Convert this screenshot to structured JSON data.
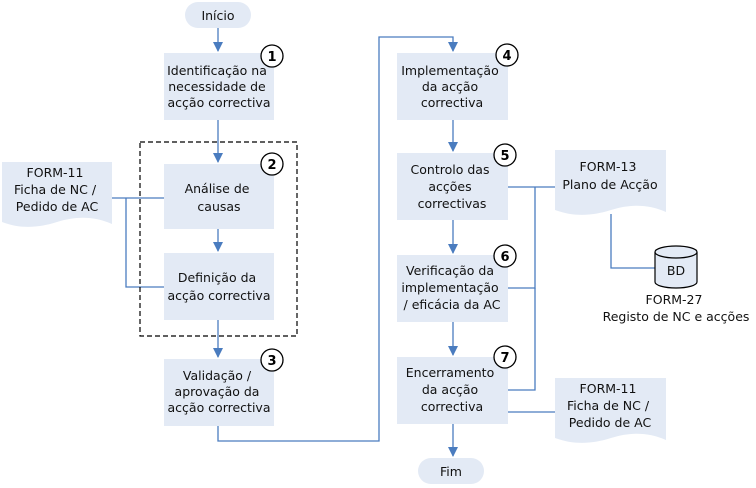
{
  "colors": {
    "box_fill": "#e3eaf5",
    "line": "#4a7cbf",
    "circle_stroke": "#000000",
    "dashed": "#000000"
  },
  "start": "Início",
  "end": "Fim",
  "steps": [
    {
      "id": "s1",
      "number": "1",
      "lines": [
        "Identificação na",
        "necessidade de",
        "acção correctiva"
      ]
    },
    {
      "id": "s2a",
      "number": "2",
      "lines": [
        "Análise de",
        "causas"
      ]
    },
    {
      "id": "s2b",
      "number": "",
      "lines": [
        "Definição da",
        "acção correctiva"
      ]
    },
    {
      "id": "s3",
      "number": "3",
      "lines": [
        "Validação /",
        "aprovação da",
        "acção correctiva"
      ]
    },
    {
      "id": "s4",
      "number": "4",
      "lines": [
        "Implementação",
        "da acção",
        "correctiva"
      ]
    },
    {
      "id": "s5",
      "number": "5",
      "lines": [
        "Controlo das",
        "acções",
        "correctivas"
      ]
    },
    {
      "id": "s6",
      "number": "6",
      "lines": [
        "Verificação da",
        "implementação",
        "/ eficácia da AC"
      ]
    },
    {
      "id": "s7",
      "number": "7",
      "lines": [
        "Encerramento",
        "da acção",
        "correctiva"
      ]
    }
  ],
  "documents": [
    {
      "id": "doc-form11-left",
      "lines": [
        "FORM-11",
        "Ficha de NC /",
        "Pedido de AC"
      ]
    },
    {
      "id": "doc-form13",
      "lines": [
        "FORM-13",
        "Plano de Acção"
      ]
    },
    {
      "id": "doc-form11-right",
      "lines": [
        "FORM-11",
        "Ficha de NC /",
        "Pedido de AC"
      ]
    }
  ],
  "database": {
    "label": "BD",
    "caption": [
      "FORM-27",
      "Registo de NC e acções"
    ]
  }
}
